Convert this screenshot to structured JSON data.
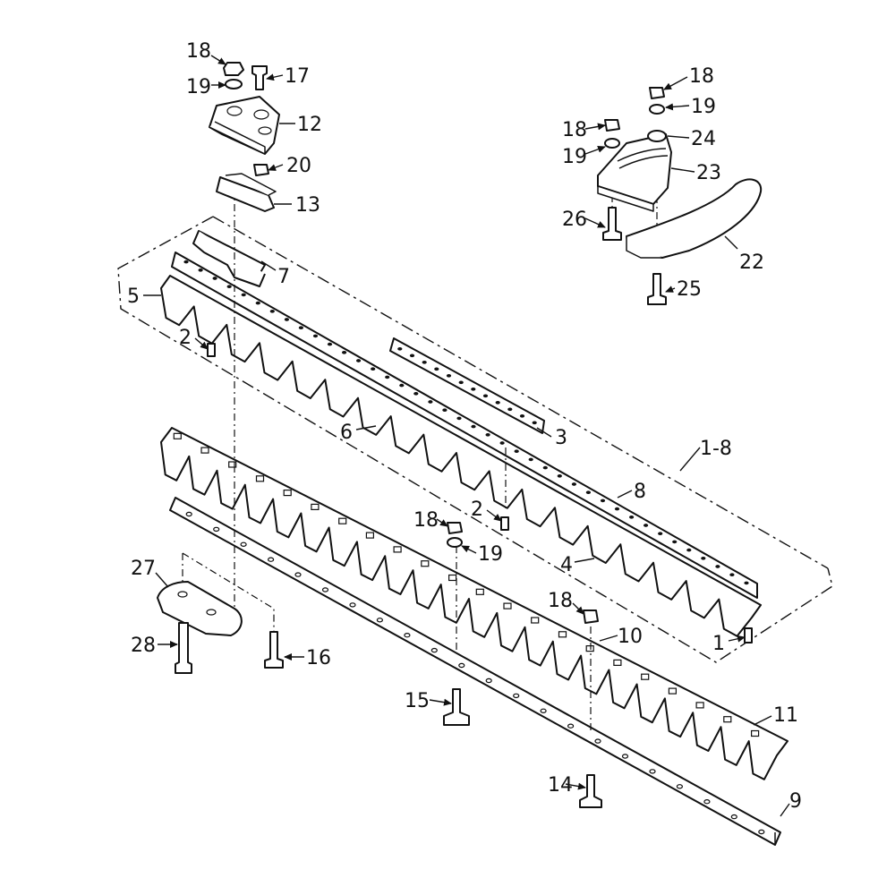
{
  "diagram": {
    "callouts": [
      {
        "id": "c18a",
        "text": "18"
      },
      {
        "id": "c19a",
        "text": "19"
      },
      {
        "id": "c17",
        "text": "17"
      },
      {
        "id": "c12",
        "text": "12"
      },
      {
        "id": "c20",
        "text": "20"
      },
      {
        "id": "c13",
        "text": "13"
      },
      {
        "id": "c7",
        "text": "7"
      },
      {
        "id": "c5",
        "text": "5"
      },
      {
        "id": "c2a",
        "text": "2"
      },
      {
        "id": "c3",
        "text": "3"
      },
      {
        "id": "c6",
        "text": "6"
      },
      {
        "id": "c1_8",
        "text": "1-8"
      },
      {
        "id": "c8",
        "text": "8"
      },
      {
        "id": "c2b",
        "text": "2"
      },
      {
        "id": "c4",
        "text": "4"
      },
      {
        "id": "c1",
        "text": "1"
      },
      {
        "id": "c18b",
        "text": "18"
      },
      {
        "id": "c19b",
        "text": "19"
      },
      {
        "id": "c18c",
        "text": "18"
      },
      {
        "id": "c10",
        "text": "10"
      },
      {
        "id": "c27",
        "text": "27"
      },
      {
        "id": "c28",
        "text": "28"
      },
      {
        "id": "c16",
        "text": "16"
      },
      {
        "id": "c15",
        "text": "15"
      },
      {
        "id": "c11",
        "text": "11"
      },
      {
        "id": "c14",
        "text": "14"
      },
      {
        "id": "c9",
        "text": "9"
      },
      {
        "id": "c18d",
        "text": "18"
      },
      {
        "id": "c19d",
        "text": "19"
      },
      {
        "id": "c18e",
        "text": "18"
      },
      {
        "id": "c19e",
        "text": "19"
      },
      {
        "id": "c24",
        "text": "24"
      },
      {
        "id": "c23",
        "text": "23"
      },
      {
        "id": "c26",
        "text": "26"
      },
      {
        "id": "c22",
        "text": "22"
      },
      {
        "id": "c25",
        "text": "25"
      }
    ]
  }
}
